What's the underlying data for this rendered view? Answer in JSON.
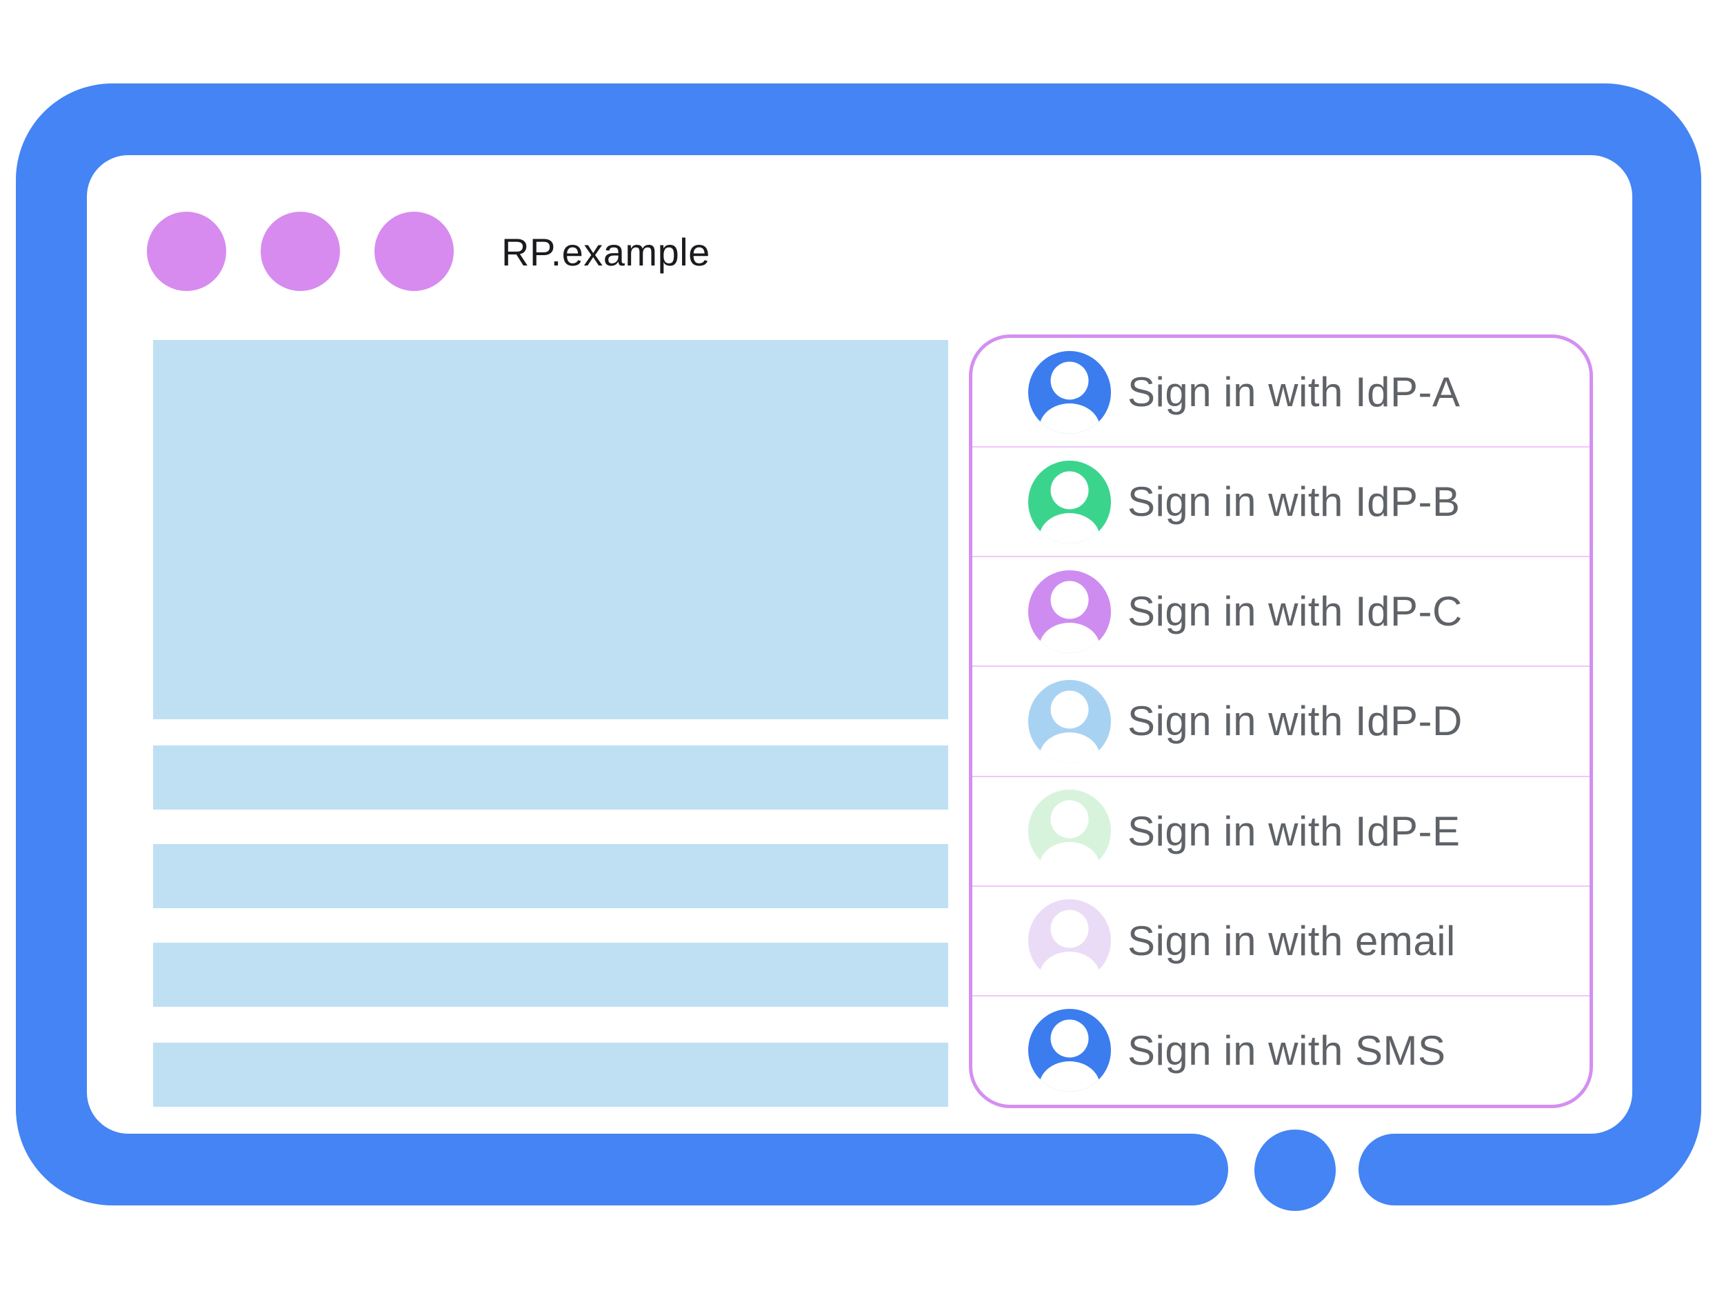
{
  "window": {
    "title": "RP.example",
    "controls": {
      "dot_count": 3,
      "dot_color": "#D78BEF"
    }
  },
  "dialog": {
    "border_color": "#D48FF0",
    "separator_color": "#EFC8F5",
    "label_color": "#5F6368",
    "providers": [
      {
        "id": "idp-a",
        "label": "Sign in with IdP-A",
        "avatar_color": "#3B7CEF"
      },
      {
        "id": "idp-b",
        "label": "Sign in with IdP-B",
        "avatar_color": "#3BD48C"
      },
      {
        "id": "idp-c",
        "label": "Sign in with IdP-C",
        "avatar_color": "#CE8CF0"
      },
      {
        "id": "idp-d",
        "label": "Sign in with IdP-D",
        "avatar_color": "#A8D2F2"
      },
      {
        "id": "idp-e",
        "label": "Sign in with IdP-E",
        "avatar_color": "#D8F3DC"
      },
      {
        "id": "email",
        "label": "Sign in with email",
        "avatar_color": "#EADCF6"
      },
      {
        "id": "sms",
        "label": "Sign in with SMS",
        "avatar_color": "#3B7CEF"
      }
    ],
    "avatar_person_color": "#ffffff"
  },
  "frame": {
    "color": "#4484F4",
    "placeholder_color": "#BFE0F3",
    "background_color": "#ffffff"
  }
}
